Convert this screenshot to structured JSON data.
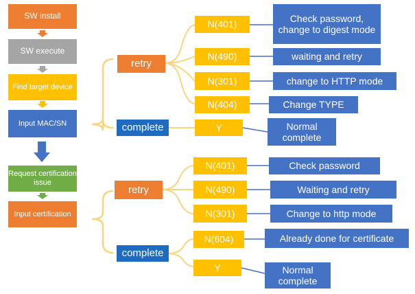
{
  "flow": {
    "sw_install": "SW install",
    "sw_execute": "SW execute",
    "find_target": "Find target device",
    "input_mac": "Input MAC/SN",
    "request_cert": "Request certification issue",
    "input_cert": "Input certification"
  },
  "group1": {
    "retry": "retry",
    "complete": "complete",
    "codes": [
      "N(401)",
      "N(490)",
      "N(301)",
      "N(404)"
    ],
    "actions": [
      "Check password, change to digest mode",
      "waiting and retry",
      "change to HTTP mode",
      "Change TYPE"
    ],
    "complete_code": "Y",
    "complete_action": "Normal complete"
  },
  "group2": {
    "retry": "retry",
    "complete": "complete",
    "codes": [
      "N(401)",
      "N(490)",
      "N(301)"
    ],
    "actions": [
      "Check password",
      "Waiting and retry",
      "Change to http mode"
    ],
    "complete_codes": [
      "N(604)",
      "Y"
    ],
    "complete_actions": [
      "Already done for certificate",
      "Normal complete"
    ]
  },
  "colors": {
    "orange": "#ED7D31",
    "gray": "#A5A5A5",
    "yellow": "#FFC000",
    "blue": "#4472C4",
    "green": "#70AD47",
    "bracket": "#F8D57E",
    "arrow_blue": "#4472C4"
  }
}
